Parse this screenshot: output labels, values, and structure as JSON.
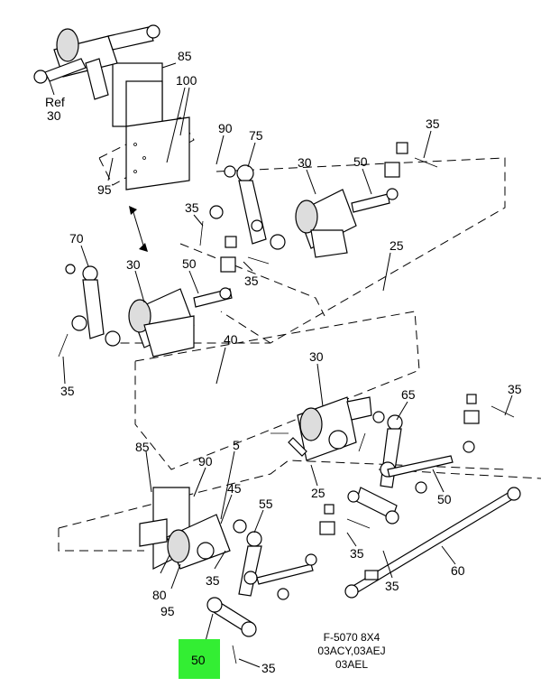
{
  "callouts": {
    "ref": "Ref",
    "c30_ref": "30",
    "c85_top": "85",
    "c100": "100",
    "c90_top": "90",
    "c95_top": "95",
    "c75": "75",
    "c30_upper_right": "30",
    "c50_upper_right": "50",
    "c35_top_right": "35",
    "c35_mid_left": "35",
    "c35_mid": "35",
    "c70": "70",
    "c30_mid_left": "30",
    "c50_mid_left": "50",
    "c25_upper": "25",
    "c40": "40",
    "c35_left": "35",
    "c30_center": "30",
    "c65": "65",
    "c35_right": "35",
    "c85_lower": "85",
    "c90_lower": "90",
    "c5": "5",
    "c45": "45",
    "c55": "55",
    "c25_lower": "25",
    "c50_lower_right": "50",
    "c35_lower_mid": "35",
    "c80": "80",
    "c95_lower": "95",
    "c35_lower_left": "35",
    "c35_lower_right": "35",
    "c60": "60",
    "c50_highlight": "50",
    "c35_bottom": "35"
  },
  "caption": {
    "line1": "F-5070 8X4",
    "line2": "03ACY,03AEJ",
    "line3": "03AEL"
  },
  "colors": {
    "highlight": "#33ee33",
    "ink": "#000000",
    "background": "#ffffff"
  }
}
